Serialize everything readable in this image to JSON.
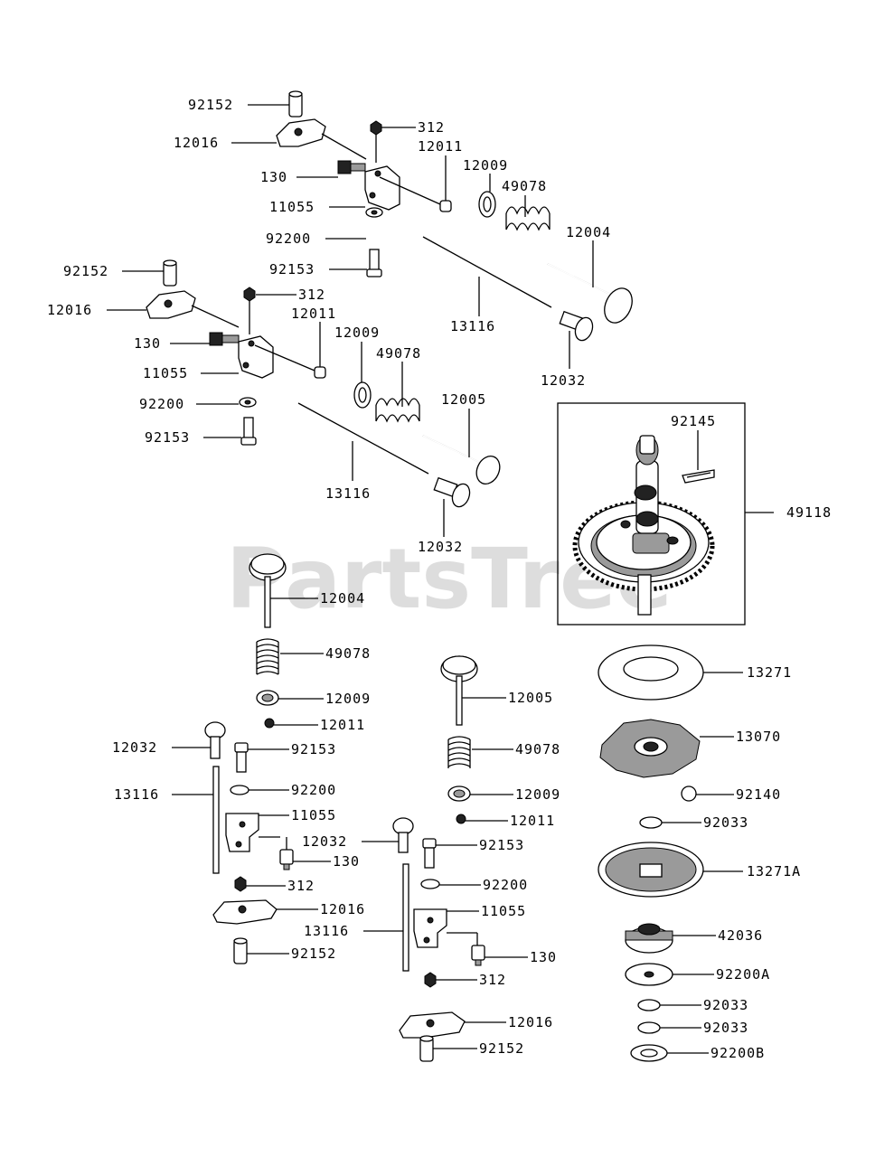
{
  "watermark": "PartsTree",
  "callouts": {
    "a_92152": "92152",
    "a_12016": "12016",
    "a_312": "312",
    "a_12011": "12011",
    "a_130": "130",
    "a_12009": "12009",
    "a_49078": "49078",
    "a_11055": "11055",
    "a_12004": "12004",
    "a_92200": "92200",
    "a_92153": "92153",
    "a_13116": "13116",
    "a_12032": "12032",
    "b_92152": "92152",
    "b_12016": "12016",
    "b_312": "312",
    "b_12011": "12011",
    "b_130": "130",
    "b_11055": "11055",
    "b_12009": "12009",
    "b_49078": "49078",
    "b_92200": "92200",
    "b_12005": "12005",
    "b_92153": "92153",
    "b_13116": "13116",
    "b_12032": "12032",
    "cam_92145": "92145",
    "cam_49118": "49118",
    "c_12004": "12004",
    "c_49078": "49078",
    "c_12009": "12009",
    "c_12011": "12011",
    "c_12032": "12032",
    "c_92153": "92153",
    "c_13116": "13116",
    "c_92200": "92200",
    "c_11055": "11055",
    "c_130": "130",
    "c_312": "312",
    "c_12016": "12016",
    "c_92152": "92152",
    "d_12005": "12005",
    "d_49078": "49078",
    "d_12009": "12009",
    "d_12011": "12011",
    "d_12032": "12032",
    "d_92153": "92153",
    "d_92200": "92200",
    "d_13116": "13116",
    "d_11055": "11055",
    "d_130": "130",
    "d_312": "312",
    "d_12016": "12016",
    "d_92152": "92152",
    "g_13271": "13271",
    "g_13070": "13070",
    "g_92140": "92140",
    "g_92033a": "92033",
    "g_13271A": "13271A",
    "g_42036": "42036",
    "g_92200A": "92200A",
    "g_92033b": "92033",
    "g_92033c": "92033",
    "g_92200B": "92200B"
  }
}
